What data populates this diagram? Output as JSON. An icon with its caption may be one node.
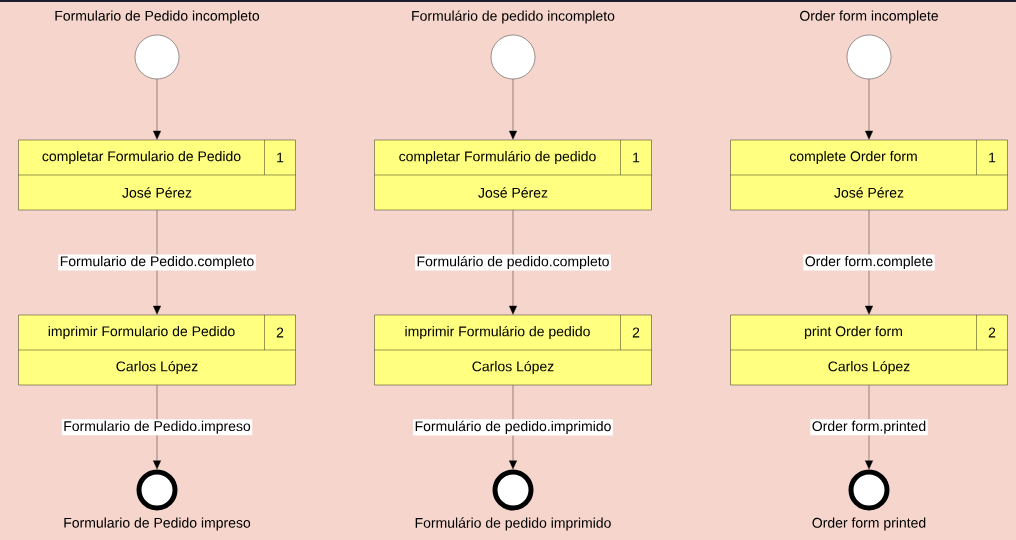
{
  "diagram": {
    "nodes": [
      {
        "text": [
          "Formulario de Pedido incompleto"
        ]
      },
      {
        "text": [
          "completar Formulario de Pedido",
          "1",
          "José Pérez"
        ]
      },
      {
        "text": [
          "imprimir Formulario de Pedido",
          "2",
          "Carlos López"
        ]
      },
      {
        "text": [
          "Formulario de Pedido impreso"
        ]
      },
      {
        "text": [
          "Formulário de pedido incompleto"
        ]
      },
      {
        "text": [
          "completar Formulário de pedido",
          "1",
          "José Pérez"
        ]
      },
      {
        "text": [
          "imprimir Formulário de pedido",
          "2",
          "Carlos López"
        ]
      },
      {
        "text": [
          "Formulário de pedido imprimido"
        ]
      },
      {
        "text": [
          "Order form incomplete"
        ]
      },
      {
        "text": [
          "complete Order form",
          "1",
          "José Pérez"
        ]
      },
      {
        "text": [
          "print Order form",
          "2",
          "Carlos López"
        ]
      },
      {
        "text": [
          "Order form printed"
        ]
      }
    ],
    "edges": [
      {
        "from": 0,
        "to": 1,
        "arrow": "to"
      },
      {
        "from": 1,
        "to": 2,
        "arrow": "to",
        "label": "Formulario de Pedido.completo"
      },
      {
        "from": 2,
        "to": 3,
        "arrow": "to",
        "label": "Formulario de Pedido.impreso"
      },
      {
        "from": 4,
        "to": 5,
        "arrow": "to"
      },
      {
        "from": 5,
        "to": 6,
        "arrow": "to",
        "label": "Formulário de pedido.completo"
      },
      {
        "from": 6,
        "to": 7,
        "arrow": "to",
        "label": "Formulário de pedido.imprimido"
      },
      {
        "from": 8,
        "to": 9,
        "arrow": "to"
      },
      {
        "from": 9,
        "to": 10,
        "arrow": "to",
        "label": "Order form.complete"
      },
      {
        "from": 10,
        "to": 11,
        "arrow": "to",
        "label": "Order form.printed"
      }
    ]
  }
}
